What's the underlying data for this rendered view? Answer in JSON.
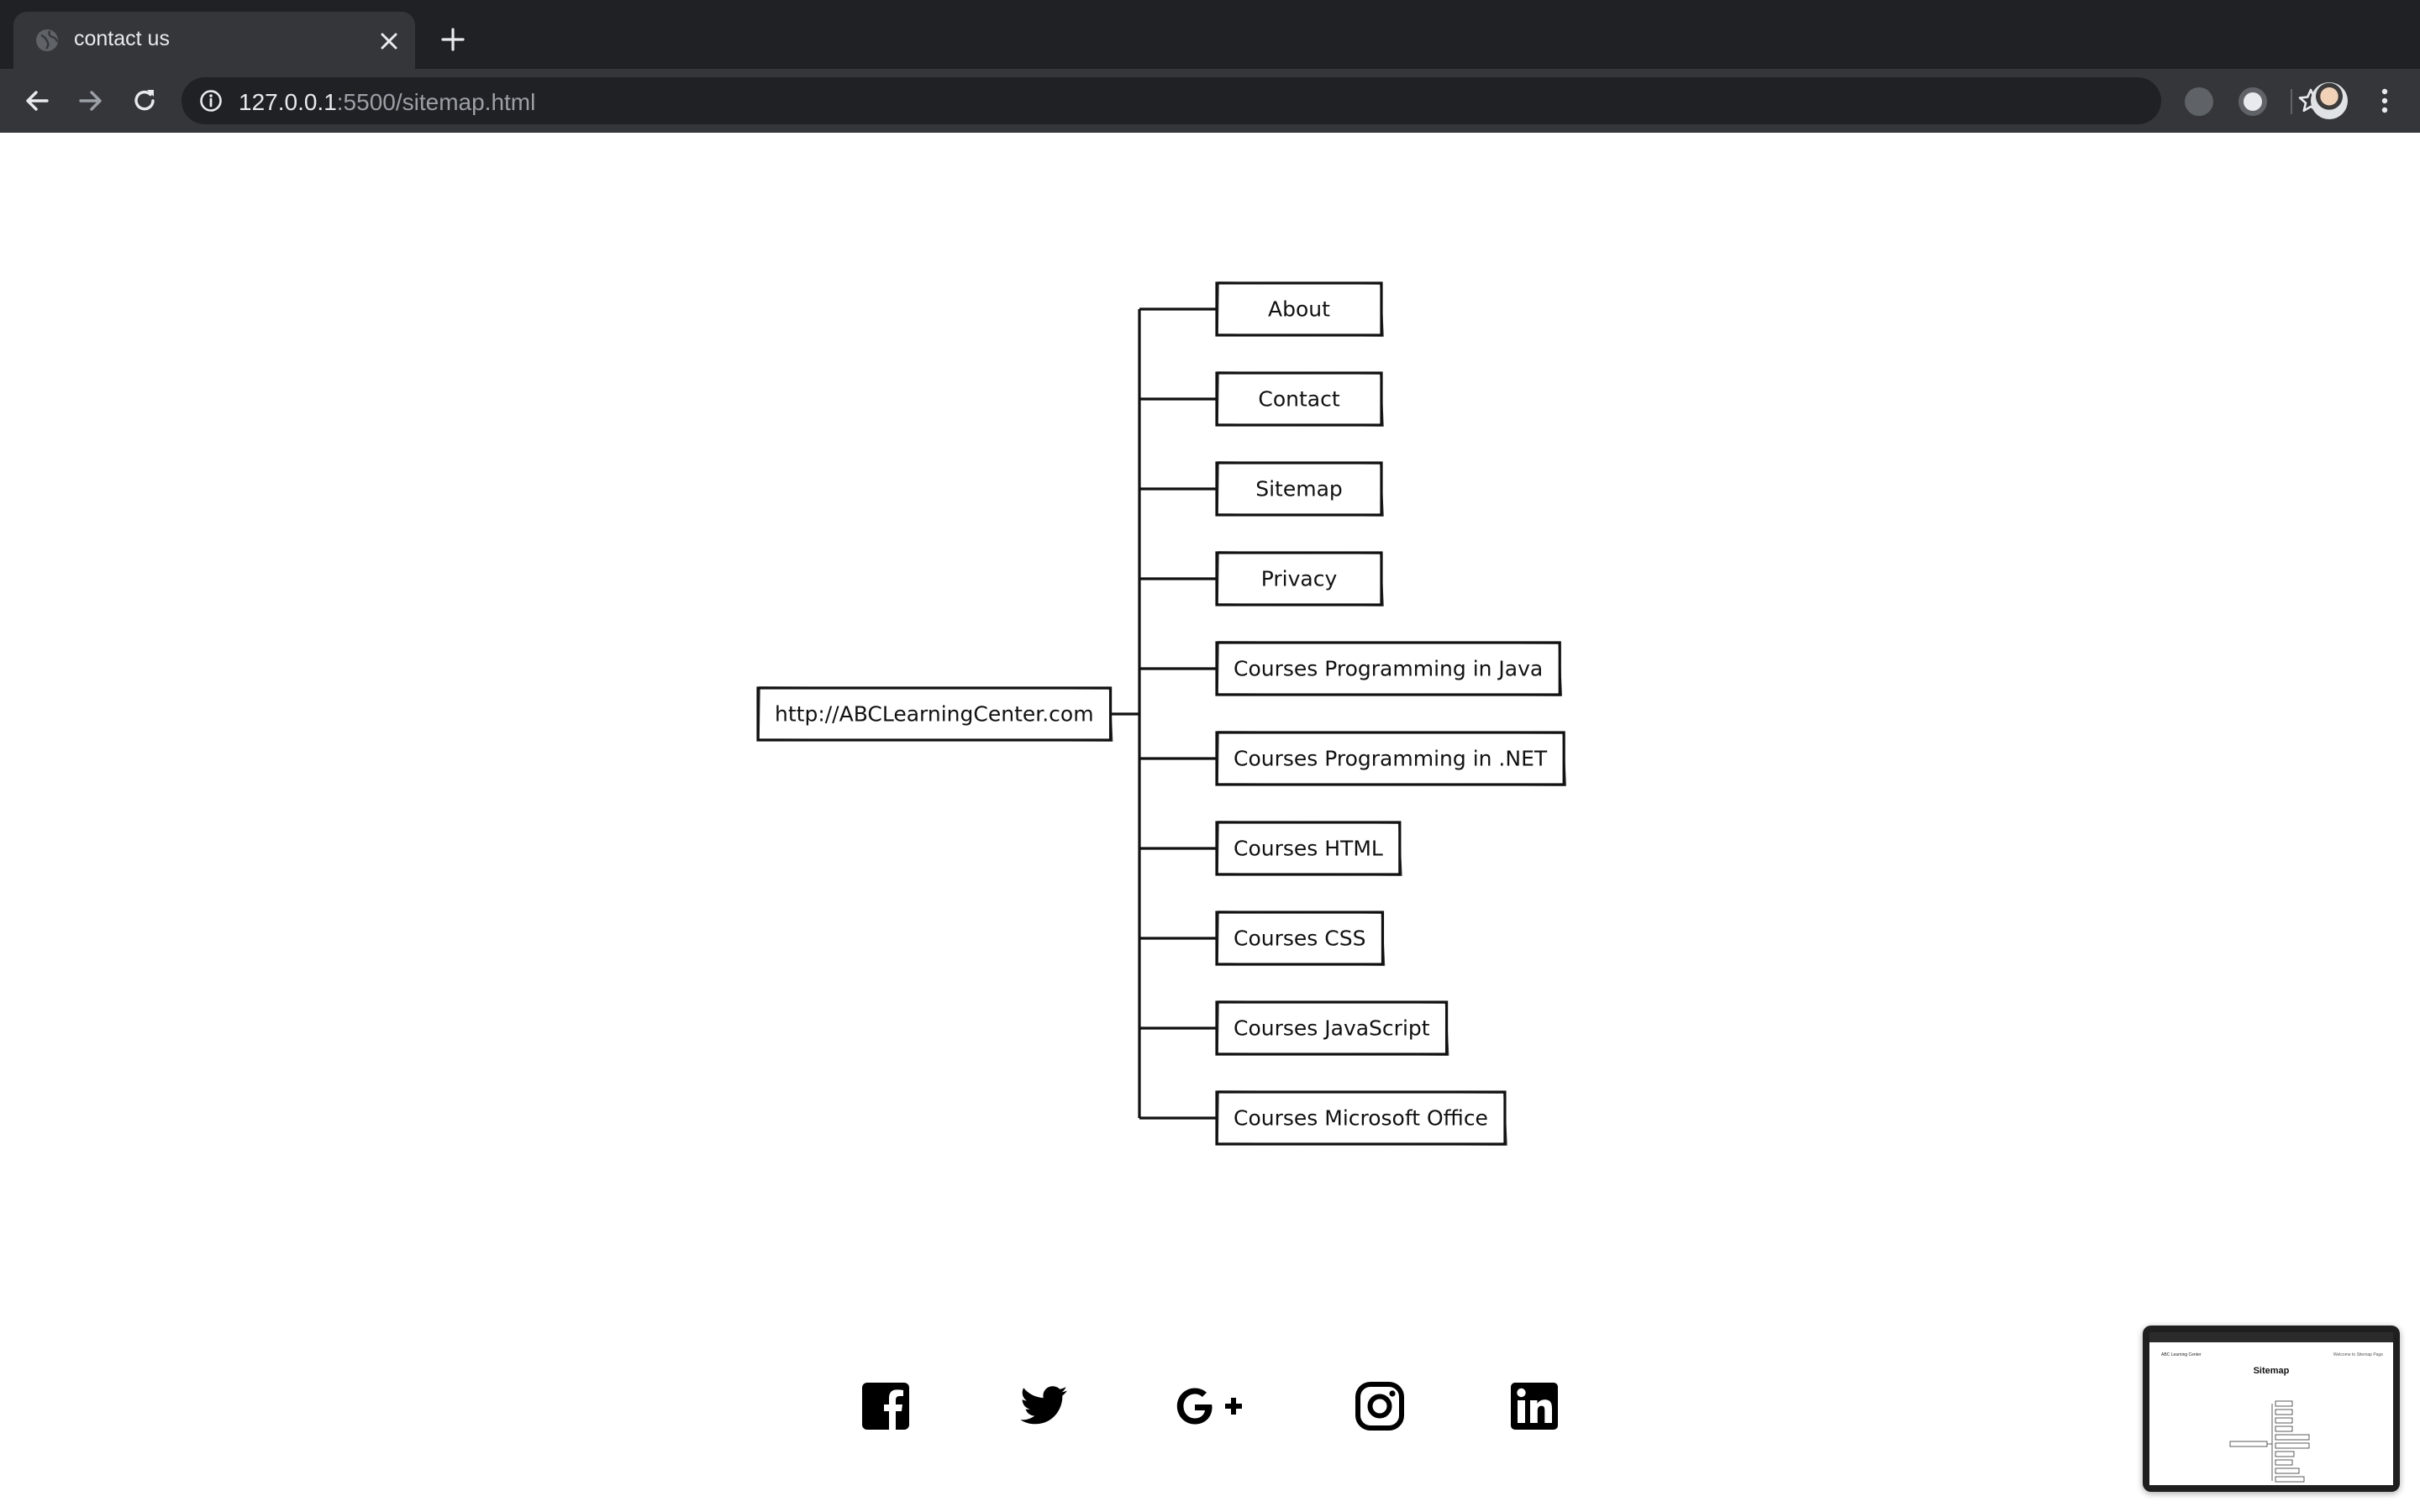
{
  "browser": {
    "tab_title": "contact us",
    "url_host": "127.0.0.1",
    "url_path": ":5500/sitemap.html"
  },
  "sitemap": {
    "root": "http://ABCLearningCenter.com",
    "children": [
      "About",
      "Contact",
      "Sitemap",
      "Privacy",
      "Courses Programming in Java",
      "Courses Programming in .NET",
      "Courses HTML",
      "Courses CSS",
      "Courses JavaScript",
      "Courses Microsoft Office"
    ]
  },
  "social_icons": [
    "facebook-icon",
    "twitter-icon",
    "google-plus-icon",
    "instagram-icon",
    "linkedin-icon"
  ],
  "preview": {
    "header_left": "ABC Learning Center",
    "header_right": "Welcome to Sitemap Page",
    "title": "Sitemap"
  },
  "colors": {
    "chrome_dark": "#202124",
    "chrome_toolbar": "#35363a",
    "ink": "#111111"
  }
}
